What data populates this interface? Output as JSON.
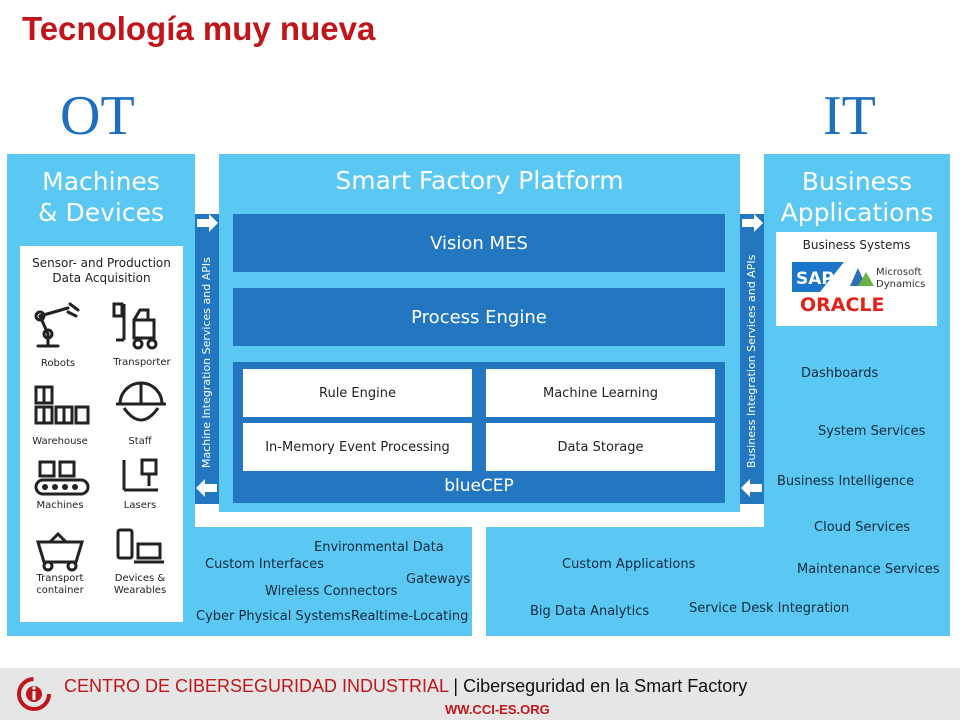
{
  "header": {
    "title": "Tecnología muy nueva"
  },
  "labels": {
    "ot": "OT",
    "it": "IT"
  },
  "machines_panel": {
    "title_line1": "Machines",
    "title_line2": "& Devices",
    "box_title_line1": "Sensor- and Production",
    "box_title_line2": "Data Acquisition",
    "devices": [
      {
        "label": "Robots",
        "icon": "robot-arm-icon"
      },
      {
        "label": "Transporter",
        "icon": "forklift-icon"
      },
      {
        "label": "Warehouse",
        "icon": "warehouse-icon"
      },
      {
        "label": "Staff",
        "icon": "hardhat-icon"
      },
      {
        "label": "Machines",
        "icon": "conveyor-icon"
      },
      {
        "label": "Lasers",
        "icon": "laser-icon"
      },
      {
        "label": "Transport container",
        "icon": "cart-icon"
      },
      {
        "label": "Devices & Wearables",
        "icon": "devices-icon"
      }
    ]
  },
  "platform_panel": {
    "title": "Smart Factory Platform",
    "vision_mes": "Vision MES",
    "process_engine": "Process Engine",
    "rule_engine": "Rule Engine",
    "machine_learning": "Machine Learning",
    "in_memory": "In-Memory Event Processing",
    "data_storage": "Data Storage",
    "bluecep": "blueCEP",
    "left_vertical": "Machine Integration Services and APIs",
    "right_vertical": "Business Integration Services and APIs"
  },
  "business_panel": {
    "title_line1": "Business",
    "title_line2": "Applications",
    "systems_title": "Business Systems",
    "logos": {
      "sap": "SAP",
      "ms_line1": "Microsoft",
      "ms_line2": "Dynamics",
      "oracle": "ORACLE"
    },
    "services": [
      "Dashboards",
      "System Services",
      "Business Intelligence",
      "Cloud Services",
      "Maintenance Services"
    ]
  },
  "bottom_left_items": [
    "Environmental Data",
    "Custom Interfaces",
    "Gateways",
    "Wireless Connectors",
    "Cyber Physical Systems",
    "Realtime-Locating"
  ],
  "bottom_mid_items": [
    "Custom Applications",
    "Service Desk Integration",
    "Big Data Analytics"
  ],
  "footer": {
    "org": "CENTRO DE CIBERSEGURIDAD INDUSTRIAL",
    "separator": " | ",
    "subtitle": "Ciberseguridad  en la Smart Factory",
    "url": "WW.CCI-ES.ORG"
  },
  "colors": {
    "accent_red": "#c0161b",
    "light_blue": "#5bc8f3",
    "dark_blue": "#2377c0",
    "ot_blue": "#1e6fc0"
  }
}
